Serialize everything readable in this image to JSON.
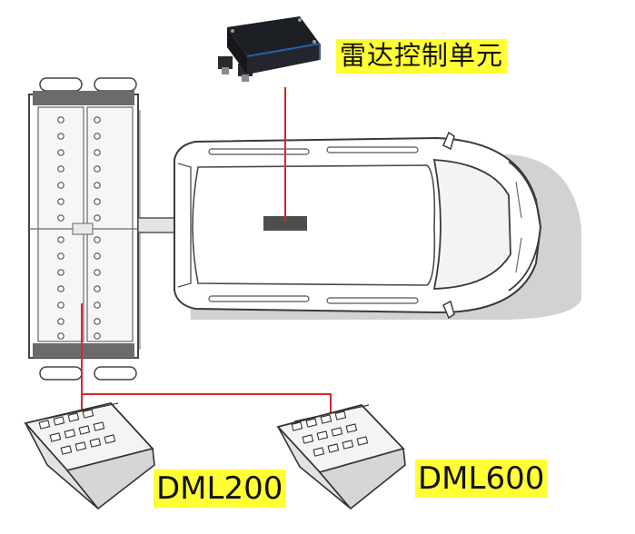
{
  "labels": {
    "radar_control_unit": "雷达控制单元",
    "dml200": "DML200",
    "dml600": "DML600"
  },
  "colors": {
    "highlight": "#ffff33",
    "connector": "#d9262b",
    "outline": "#3a3a3a",
    "device_dark": "#1c1f24",
    "device_blue_edge": "#2b5fa8",
    "shadow": "#cfcfcf",
    "panel": "#f2f2f2"
  },
  "icons": {
    "control_unit": "radar-control-unit-box-icon",
    "vehicle": "van-top-view-icon",
    "trailer": "trailer-rack-top-view-icon",
    "module_200": "dml200-module-icon",
    "module_600": "dml600-module-icon"
  }
}
